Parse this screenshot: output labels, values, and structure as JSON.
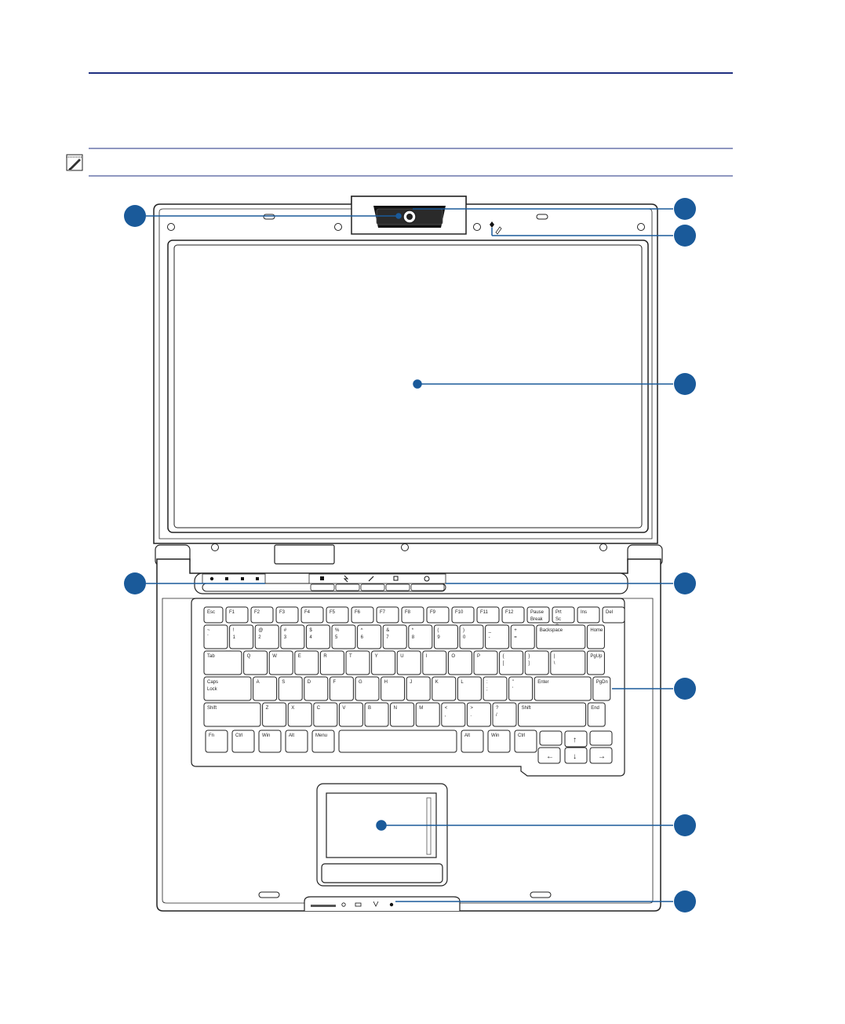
{
  "colors": {
    "accent_blue": "#1a5a9a",
    "rule_dark_blue": "#1f2f80",
    "outline": "#222222",
    "fn_blue": "#1a6fb5"
  },
  "note_icon": "note-pencil-icon",
  "callouts": [
    {
      "id": "camera",
      "label": ""
    },
    {
      "id": "camera-indicator",
      "label": ""
    },
    {
      "id": "microphone",
      "label": ""
    },
    {
      "id": "display",
      "label": ""
    },
    {
      "id": "status-indicators-left",
      "label": ""
    },
    {
      "id": "instant-keys",
      "label": ""
    },
    {
      "id": "keyboard",
      "label": ""
    },
    {
      "id": "touchpad",
      "label": ""
    },
    {
      "id": "status-indicators-front",
      "label": ""
    }
  ],
  "keyboard": {
    "rows": [
      [
        "Esc",
        "F1",
        "F2",
        "F3",
        "F4",
        "F5",
        "F6",
        "F7",
        "F8",
        "F9",
        "F10",
        "F11",
        "F12",
        "Pause Break",
        "Prt Sc Sys Rq",
        "Ins",
        "Del"
      ],
      [
        "~ `",
        "! 1",
        "@ 2",
        "# 3",
        "$ 4",
        "% 5",
        "^ 6",
        "& 7",
        "* 8",
        "( 9",
        ") 0",
        "_ -",
        "+ =",
        "Backspace",
        "Home"
      ],
      [
        "Tab",
        "Q",
        "W",
        "E",
        "R",
        "T",
        "Y",
        "U",
        "I",
        "O",
        "P",
        "{ [",
        "} ]",
        "| \\",
        "PgUp"
      ],
      [
        "Caps Lock",
        "A",
        "S",
        "D",
        "F",
        "G",
        "H",
        "J",
        "K",
        "L",
        ": ;",
        "\" '",
        "Enter",
        "PgDn"
      ],
      [
        "Shift",
        "Z",
        "X",
        "C",
        "V",
        "B",
        "N",
        "M",
        "< ,",
        "> .",
        "? /",
        "Shift",
        "End"
      ],
      [
        "Fn",
        "Ctrl",
        "Win",
        "Alt",
        "Menu",
        "",
        "Alt",
        "Win",
        "Ctrl"
      ]
    ],
    "arrows": [
      "↑",
      "←",
      "↓",
      "→"
    ]
  }
}
